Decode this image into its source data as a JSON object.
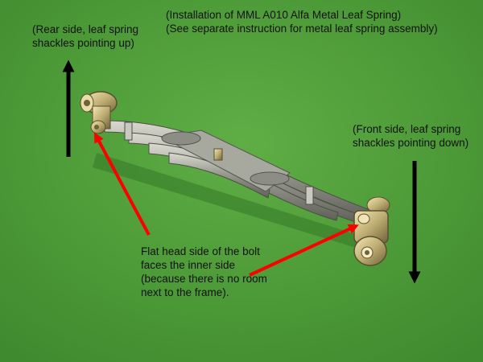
{
  "header": {
    "line1": "(Installation of MML A010 Alfa Metal Leaf Spring)",
    "line2": "(See separate instruction for metal leaf spring assembly)"
  },
  "rear_note": {
    "line1": "(Rear side, leaf spring",
    "line2": "shackles pointing up)"
  },
  "front_note": {
    "line1": "(Front side, leaf spring",
    "line2": "shackles pointing down)"
  },
  "bolt_note": {
    "line1": "Flat head side of the bolt",
    "line2": "faces the inner side",
    "line3": "(because there is no room",
    "line4": "next to the frame)."
  },
  "colors": {
    "background": "#4f9a3a",
    "arrow_black": "#000000",
    "arrow_red": "#ff0000",
    "metal": "#9a9c92"
  }
}
